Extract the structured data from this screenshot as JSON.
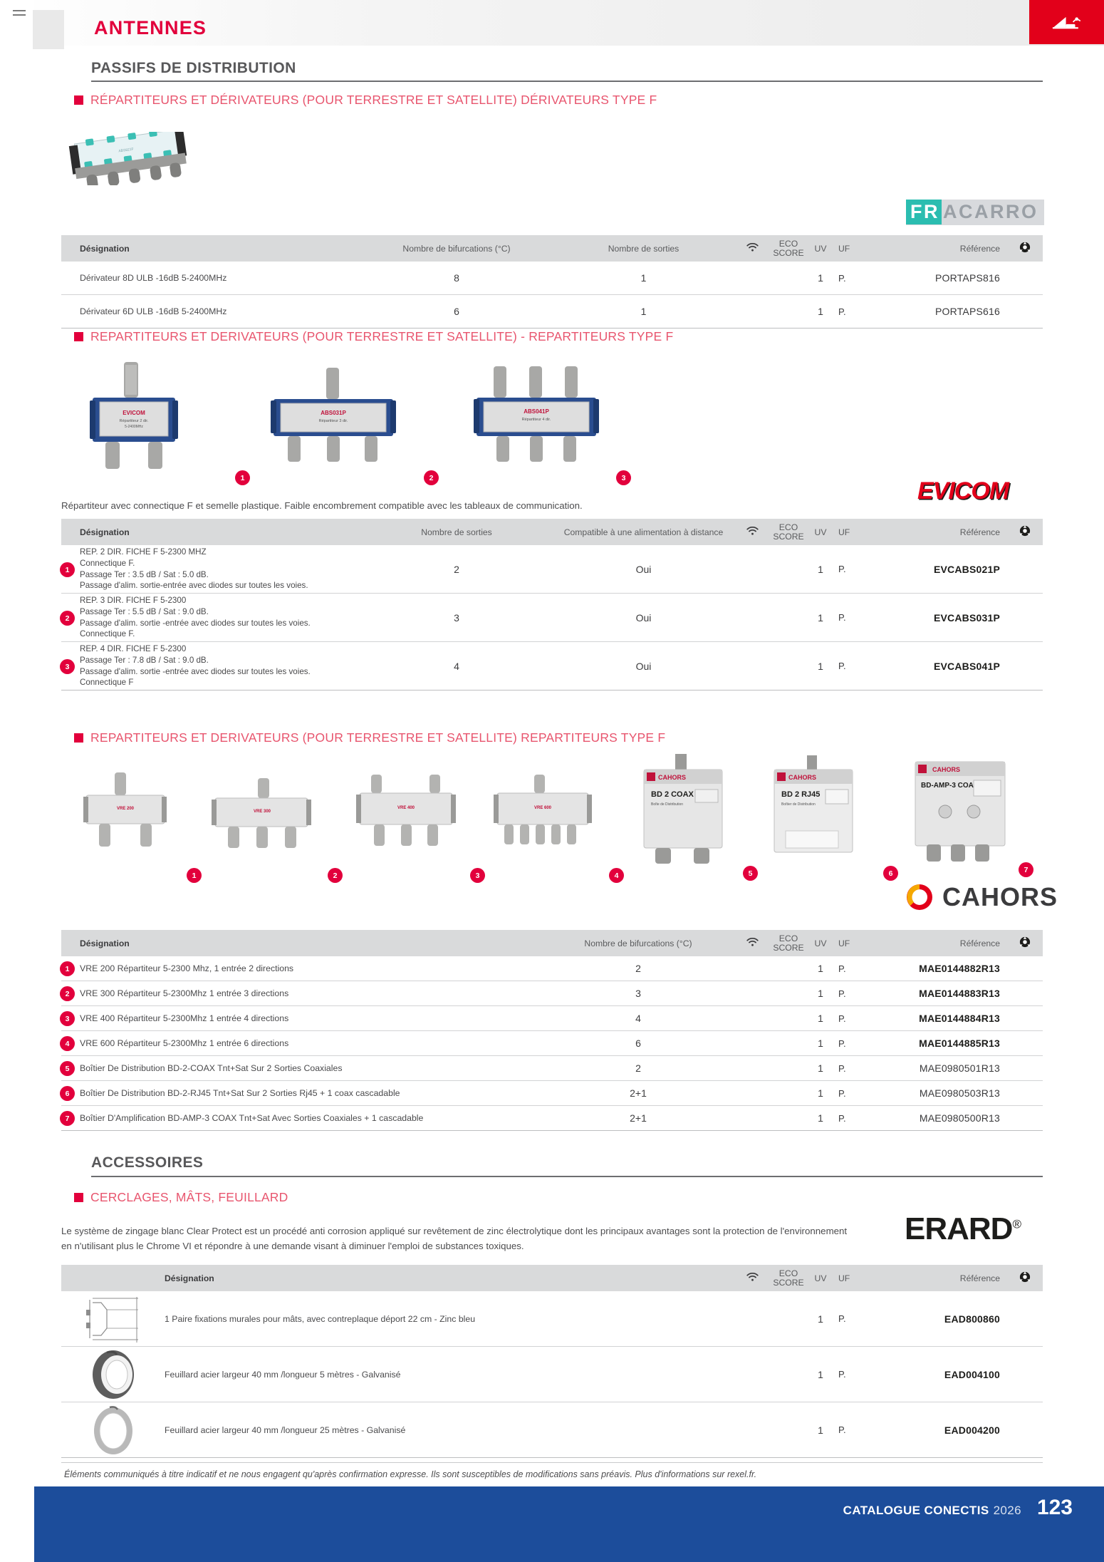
{
  "header": {
    "category": "ANTENNES",
    "section_title": "PASSIFS DE DISTRIBUTION",
    "corner_icon": "antenna-icon"
  },
  "sections": [
    {
      "id": "fracarro",
      "subhead": "RÉPARTITEURS ET DÉRIVATEURS (POUR TERRESTRE ET SATELLITE) DÉRIVATEURS TYPE F",
      "brand": "FRACARRO",
      "columns": [
        "Désignation",
        "Nombre de bifurcations (°C)",
        "Nombre de sorties",
        "wifi-icon",
        "ECO SCORE",
        "UV",
        "UF",
        "Référence",
        "recycling-icon"
      ],
      "rows": [
        {
          "designation": "Dérivateur 8D ULB -16dB 5-2400MHz",
          "col1": "8",
          "col2": "1",
          "uv": "1",
          "uf": "P.",
          "reference": "PORTAPS816",
          "bold_ref": false
        },
        {
          "designation": "Dérivateur 6D ULB -16dB 5-2400MHz",
          "col1": "6",
          "col2": "1",
          "uv": "1",
          "uf": "P.",
          "reference": "PORTAPS616",
          "bold_ref": false
        }
      ]
    },
    {
      "id": "evicom",
      "subhead": "REPARTITEURS ET DERIVATEURS (POUR TERRESTRE ET SATELLITE) - REPARTITEURS TYPE F",
      "brand": "EVICOM",
      "intro": "Répartiteur avec connectique F et semelle plastique. Faible encombrement compatible avec les tableaux de communication.",
      "columns": [
        "Désignation",
        "Nombre de sorties",
        "Compatible à une alimentation à distance",
        "wifi-icon",
        "ECO SCORE",
        "UV",
        "UF",
        "Référence",
        "recycling-icon"
      ],
      "rows": [
        {
          "bullet": "1",
          "designation_lines": [
            "REP. 2 DIR. FICHE F 5-2300 MHZ",
            "Connectique F.",
            "Passage Ter : 3.5 dB  / Sat : 5.0 dB.",
            "Passage d'alim. sortie-entrée avec diodes sur toutes les voies."
          ],
          "col1": "2",
          "col2": "Oui",
          "uv": "1",
          "uf": "P.",
          "reference": "EVCABS021P"
        },
        {
          "bullet": "2",
          "designation_lines": [
            "REP. 3 DIR. FICHE F 5-2300",
            "Passage Ter : 5.5 dB  / Sat : 9.0 dB.",
            "Passage d'alim. sortie -entrée avec diodes sur toutes les voies.",
            "Connectique F."
          ],
          "col1": "3",
          "col2": "Oui",
          "uv": "1",
          "uf": "P.",
          "reference": "EVCABS031P"
        },
        {
          "bullet": "3",
          "designation_lines": [
            "REP. 4 DIR. FICHE F 5-2300",
            "Passage Ter : 7.8 dB  / Sat : 9.0 dB.",
            "Passage d'alim. sortie -entrée avec diodes sur toutes les voies.",
            "Connectique F"
          ],
          "col1": "4",
          "col2": "Oui",
          "uv": "1",
          "uf": "P.",
          "reference": "EVCABS041P"
        }
      ]
    },
    {
      "id": "cahors",
      "subhead": "REPARTITEURS ET DERIVATEURS (POUR TERRESTRE ET SATELLITE) REPARTITEURS TYPE F",
      "brand": "CAHORS",
      "columns": [
        "Désignation",
        "Nombre de bifurcations (°C)",
        "wifi-icon",
        "ECO SCORE",
        "UV",
        "UF",
        "Référence",
        "recycling-icon"
      ],
      "rows": [
        {
          "bullet": "1",
          "designation": "VRE 200 Répartiteur 5-2300 Mhz, 1 entrée 2 directions",
          "col1": "2",
          "uv": "1",
          "uf": "P.",
          "reference": "MAE0144882R13",
          "bold_ref": true
        },
        {
          "bullet": "2",
          "designation": "VRE 300 Répartiteur 5-2300Mhz 1 entrée 3 directions",
          "col1": "3",
          "uv": "1",
          "uf": "P.",
          "reference": "MAE0144883R13",
          "bold_ref": true
        },
        {
          "bullet": "3",
          "designation": "VRE 400 Répartiteur 5-2300Mhz 1 entrée 4 directions",
          "col1": "4",
          "uv": "1",
          "uf": "P.",
          "reference": "MAE0144884R13",
          "bold_ref": true
        },
        {
          "bullet": "4",
          "designation": "VRE 600 Répartiteur 5-2300Mhz 1 entrée 6 directions",
          "col1": "6",
          "uv": "1",
          "uf": "P.",
          "reference": "MAE0144885R13",
          "bold_ref": true
        },
        {
          "bullet": "5",
          "designation": "Boîtier De Distribution BD-2-COAX Tnt+Sat Sur 2 Sorties Coaxiales",
          "col1": "2",
          "uv": "1",
          "uf": "P.",
          "reference": "MAE0980501R13",
          "bold_ref": false
        },
        {
          "bullet": "6",
          "designation": "Boîtier De Distribution BD-2-RJ45 Tnt+Sat Sur 2 Sorties Rj45 + 1 coax cascadable",
          "col1": "2+1",
          "uv": "1",
          "uf": "P.",
          "reference": "MAE0980503R13",
          "bold_ref": false
        },
        {
          "bullet": "7",
          "designation": "Boîtier D'Amplification BD-AMP-3 COAX Tnt+Sat Avec Sorties Coaxiales + 1 cascadable",
          "col1": "2+1",
          "uv": "1",
          "uf": "P.",
          "reference": "MAE0980500R13",
          "bold_ref": false
        }
      ]
    }
  ],
  "accessories": {
    "title": "ACCESSOIRES",
    "subhead": "CERCLAGES, MÂTS, FEUILLARD",
    "brand": "ERARD",
    "intro_line1": "Le système de zingage blanc Clear Protect est un procédé anti corrosion appliqué sur revêtement de zinc électrolytique dont les principaux avantages sont la protection de l'environnement",
    "intro_line2": "en n'utilisant plus le Chrome VI et répondre à une demande visant à diminuer l'emploi de substances toxiques.",
    "columns": [
      "Désignation",
      "wifi-icon",
      "ECO SCORE",
      "UV",
      "UF",
      "Référence",
      "recycling-icon"
    ],
    "rows": [
      {
        "designation": "1 Paire fixations murales pour mâts, avec contreplaque déport 22 cm - Zinc bleu",
        "uv": "1",
        "uf": "P.",
        "reference": "EAD800860",
        "icon": "wall-bracket-icon"
      },
      {
        "designation": "Feuillard acier largeur 40 mm /longueur 5 mètres - Galvanisé",
        "uv": "1",
        "uf": "P.",
        "reference": "EAD004100",
        "icon": "steel-strap-roll-icon"
      },
      {
        "designation": "Feuillard acier largeur 40 mm /longueur 25 mètres - Galvanisé",
        "uv": "1",
        "uf": "P.",
        "reference": "EAD004200",
        "icon": "steel-strap-ring-icon"
      }
    ]
  },
  "footer": {
    "disclaimer": "Éléments communiqués à titre indicatif et ne nous engagent qu'après confirmation expresse. Ils sont susceptibles de modifications sans préavis. Plus d'informations sur rexel.fr.",
    "catalogue": "CATALOGUE CONECTIS",
    "year": "2026",
    "page_number": "123"
  },
  "colors": {
    "brand_red": "#e2003c",
    "subhead_pink": "#e8556e",
    "heading_grey": "#58585a",
    "footer_blue": "#1c4d9b",
    "table_header_grey": "#d9dadb"
  },
  "product_images": {
    "evicom_labels": [
      "1",
      "2",
      "3"
    ],
    "cahors_labels": [
      "1",
      "2",
      "3",
      "4",
      "5",
      "6",
      "7"
    ]
  }
}
